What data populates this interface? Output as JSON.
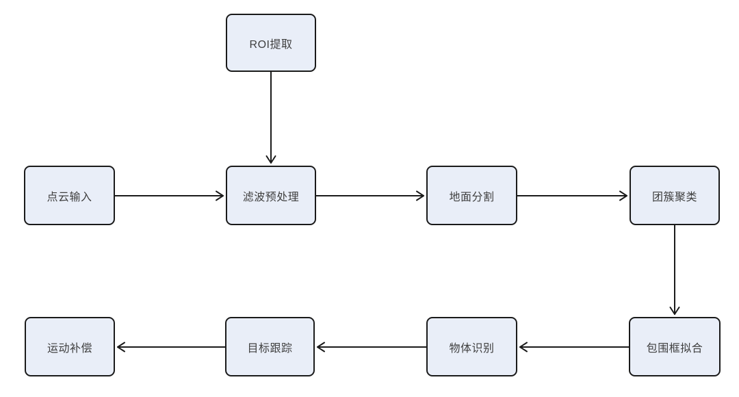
{
  "diagram": {
    "type": "flowchart",
    "background_color": "#ffffff",
    "node_fill_color": "#e9eef8",
    "node_border_color": "#1a1a1a",
    "arrow_color": "#1a1a1a",
    "text_color": "#3f3f3f",
    "nodes": [
      {
        "id": "roi-extraction",
        "label": "ROI提取"
      },
      {
        "id": "point-cloud-input",
        "label": "点云输入"
      },
      {
        "id": "filter-preprocess",
        "label": "滤波预处理"
      },
      {
        "id": "ground-segmentation",
        "label": "地面分割"
      },
      {
        "id": "cluster-clustering",
        "label": "团簇聚类"
      },
      {
        "id": "motion-compensation",
        "label": "运动补偿"
      },
      {
        "id": "target-tracking",
        "label": "目标跟踪"
      },
      {
        "id": "object-recognition",
        "label": "物体识别"
      },
      {
        "id": "bounding-box-fitting",
        "label": "包围框拟合"
      }
    ],
    "edges": [
      {
        "from": "ROI提取",
        "to": "滤波预处理",
        "direction": "down"
      },
      {
        "from": "点云输入",
        "to": "滤波预处理",
        "direction": "right"
      },
      {
        "from": "滤波预处理",
        "to": "地面分割",
        "direction": "right"
      },
      {
        "from": "地面分割",
        "to": "团簇聚类",
        "direction": "right"
      },
      {
        "from": "团簇聚类",
        "to": "包围框拟合",
        "direction": "down"
      },
      {
        "from": "包围框拟合",
        "to": "物体识别",
        "direction": "left"
      },
      {
        "from": "物体识别",
        "to": "目标跟踪",
        "direction": "left"
      },
      {
        "from": "目标跟踪",
        "to": "运动补偿",
        "direction": "left"
      }
    ]
  }
}
